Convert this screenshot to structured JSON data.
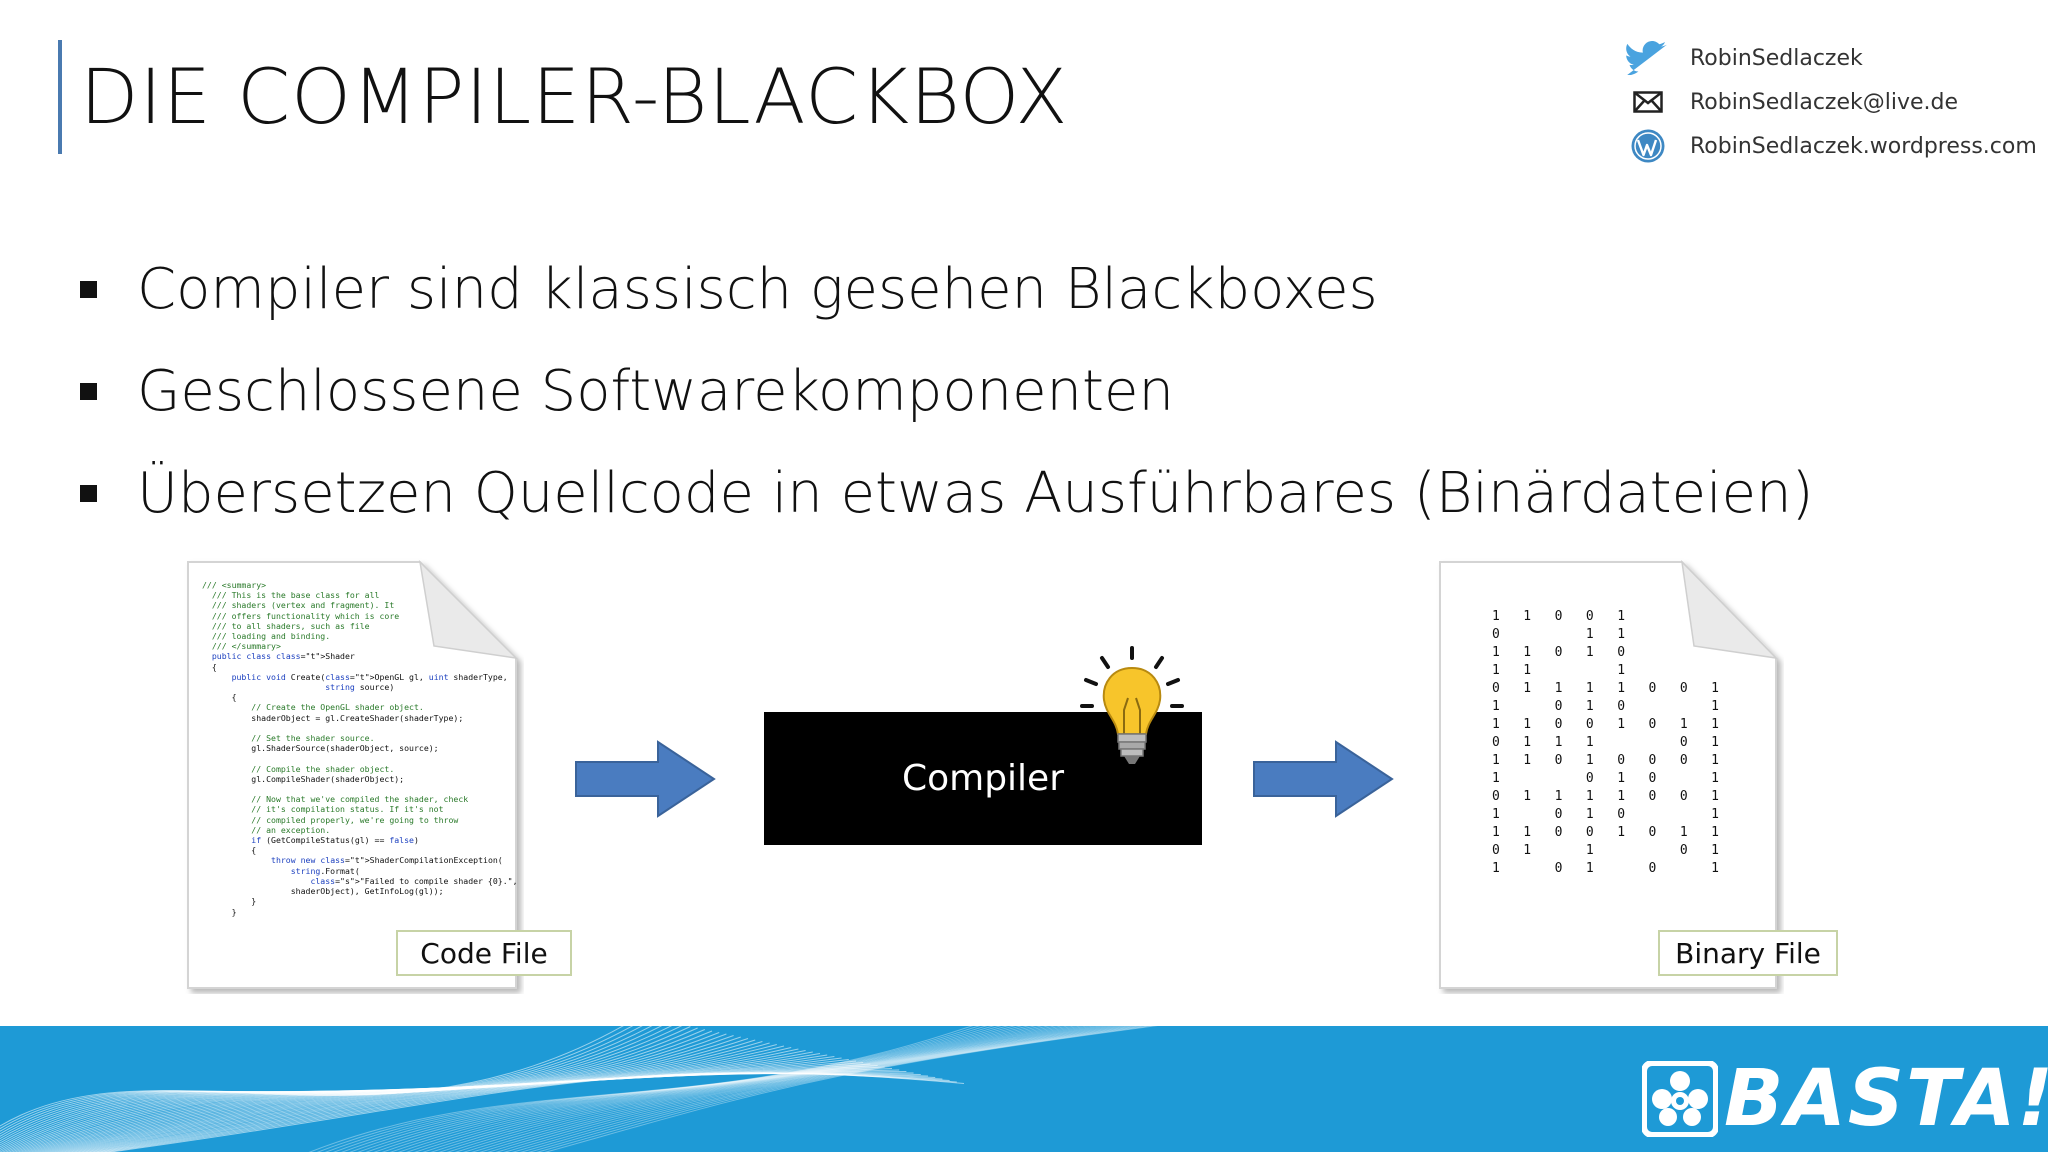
{
  "slide": {
    "title": "DIE COMPILER-BLACKBOX",
    "accent_color": "#4a7ab0"
  },
  "contacts": [
    {
      "icon": "twitter-icon",
      "text": "RobinSedlaczek"
    },
    {
      "icon": "mail-icon",
      "text": "RobinSedlaczek@live.de"
    },
    {
      "icon": "wordpress-icon",
      "text": "RobinSedlaczek.wordpress.com"
    }
  ],
  "bullets": [
    "Compiler sind klassisch gesehen Blackboxes",
    "Geschlossene Softwarekomponenten",
    "Übersetzen Quellcode in etwas Ausführbares (Binärdateien)"
  ],
  "diagram": {
    "code_file_label": "Code File",
    "compiler_label": "Compiler",
    "binary_file_label": "Binary File",
    "arrow_color": "#4a7cc0",
    "code_lines": [
      "/// <summary>",
      "  /// This is the base class for all",
      "  /// shaders (vertex and fragment). It",
      "  /// offers functionality which is core",
      "  /// to all shaders, such as file",
      "  /// loading and binding.",
      "  /// </summary>",
      "  public class Shader",
      "  {",
      "      public void Create(OpenGL gl, uint shaderType,",
      "                         string source)",
      "      {",
      "          // Create the OpenGL shader object.",
      "          shaderObject = gl.CreateShader(shaderType);",
      "",
      "          // Set the shader source.",
      "          gl.ShaderSource(shaderObject, source);",
      "",
      "          // Compile the shader object.",
      "          gl.CompileShader(shaderObject);",
      "",
      "          // Now that we've compiled the shader, check",
      "          // it's compilation status. If it's not",
      "          // compiled properly, we're going to throw",
      "          // an exception.",
      "          if (GetCompileStatus(gl) == false)",
      "          {",
      "              throw new ShaderCompilationException(",
      "                  string.Format(",
      "                      \"Failed to compile shader {0}.\",",
      "                  shaderObject), GetInfoLog(gl));",
      "          }",
      "      }"
    ],
    "binary_lines": [
      "1   1   0   0   1",
      "0           1   1",
      "1   1   0   1   0",
      "1   1           1",
      "0   1   1   1   1   0   0   1",
      "1       0   1   0           1",
      "1   1   0   0   1   0   1   1",
      "0   1   1   1           0   1",
      "1   1   0   1   0   0   0   1",
      "1           0   1   0       1",
      "0   1   1   1   1   0   0   1",
      "1       0   1   0           1",
      "1   1   0   0   1   0   1   1",
      "0   1       1           0   1",
      "1       0   1       0       1"
    ]
  },
  "footer": {
    "brand": "BASTA!",
    "color": "#1e9ad6"
  }
}
